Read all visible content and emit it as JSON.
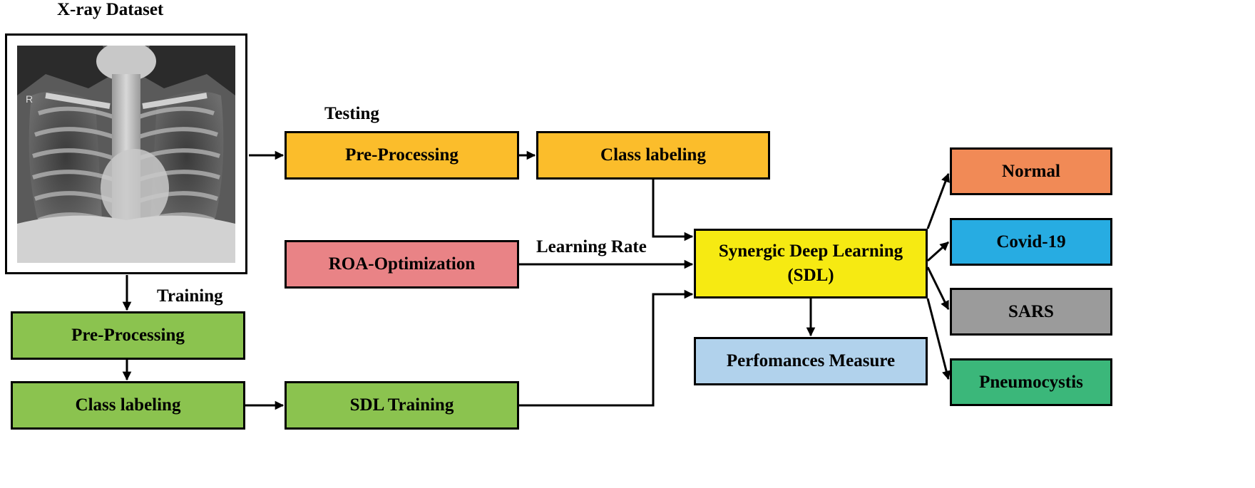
{
  "title": "X-ray Dataset",
  "labels": {
    "testing": "Testing",
    "training": "Training",
    "learning_rate": "Learning Rate"
  },
  "xray": {
    "marker": "R"
  },
  "testing": {
    "preprocessing": "Pre-Processing",
    "class_labeling": "Class labeling"
  },
  "training": {
    "preprocessing": "Pre-Processing",
    "class_labeling": "Class labeling",
    "sdl_training": "SDL Training"
  },
  "optimizer": "ROA-Optimization",
  "sdl": {
    "line1": "Synergic Deep Learning",
    "line2": "(SDL)"
  },
  "performance": "Perfomances Measure",
  "outputs": [
    "Normal",
    "Covid-19",
    "SARS",
    "Pneumocystis"
  ],
  "colors": {
    "testing": "#fbbd2b",
    "training": "#8bc34f",
    "optimizer": "#e98386",
    "sdl": "#f6ea12",
    "performance": "#b1d2ec",
    "normal": "#f18a56",
    "covid": "#27ace2",
    "sars": "#9b9b9b",
    "pneumocystis": "#3bb77a"
  }
}
